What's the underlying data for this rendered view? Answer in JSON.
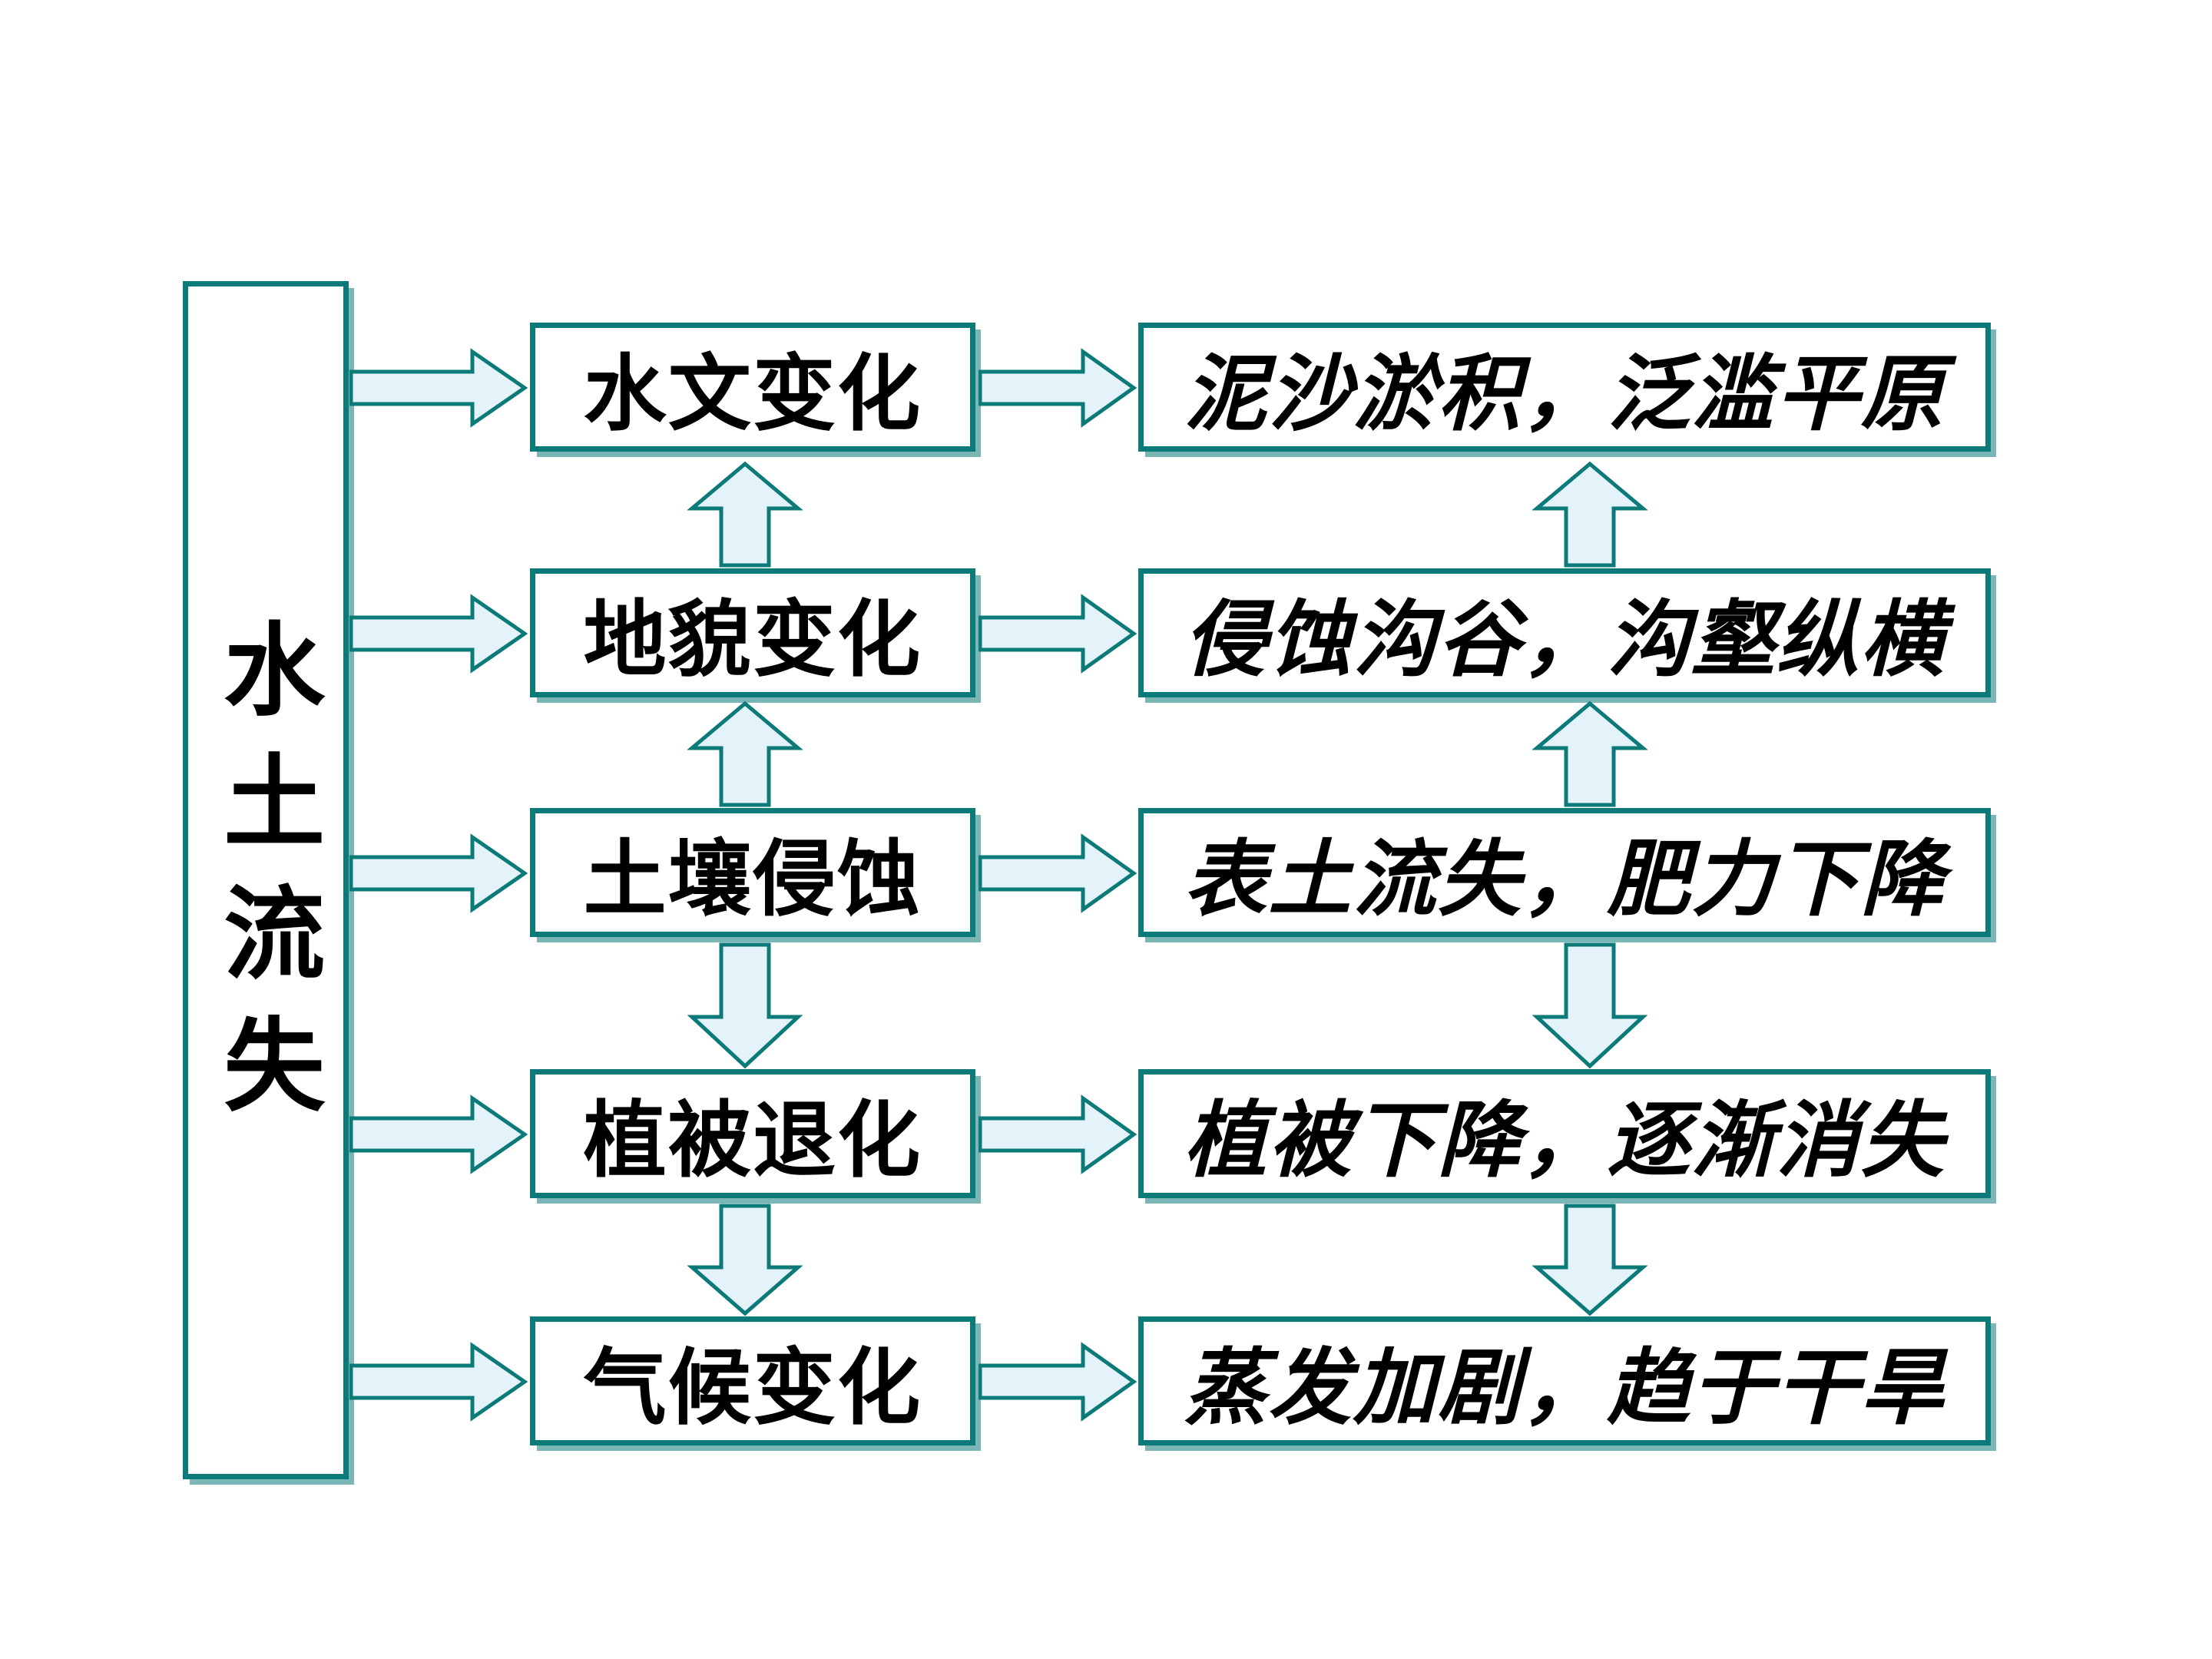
{
  "diagram": {
    "title": "水土流失",
    "source_node": {
      "label": "水土流失",
      "name": "source-node-soil-erosion"
    },
    "columns": {
      "cause_header": "",
      "effect_header": ""
    },
    "rows": [
      {
        "id": "row-1",
        "middle": "水文变化",
        "right": "泥沙淤积，泛滥平原"
      },
      {
        "id": "row-2",
        "middle": "地貌变化",
        "right": "侵蚀沟谷，沟壑纵横"
      },
      {
        "id": "row-3",
        "middle": "土壤侵蚀",
        "right": "表土流失，肥力下降"
      },
      {
        "id": "row-4",
        "middle": "植被退化",
        "right": "植被下降，逐渐消失"
      },
      {
        "id": "row-5",
        "middle": "气候变化",
        "right": "蒸发加剧，趋于干旱"
      }
    ],
    "arrows": {
      "source_to_middle": [
        {
          "direction": "right",
          "from": "水土流失",
          "to": "水文变化"
        },
        {
          "direction": "right",
          "from": "水土流失",
          "to": "地貌变化"
        },
        {
          "direction": "right",
          "from": "水土流失",
          "to": "土壤侵蚀"
        },
        {
          "direction": "right",
          "from": "水土流失",
          "to": "植被退化"
        },
        {
          "direction": "right",
          "from": "水土流失",
          "to": "气候变化"
        }
      ],
      "middle_to_right": [
        {
          "direction": "right",
          "from": "水文变化",
          "to": "泥沙淤积，泛滥平原"
        },
        {
          "direction": "right",
          "from": "地貌变化",
          "to": "侵蚀沟谷，沟壑纵横"
        },
        {
          "direction": "right",
          "from": "土壤侵蚀",
          "to": "表土流失，肥力下降"
        },
        {
          "direction": "right",
          "from": "植被退化",
          "to": "植被下降，逐渐消失"
        },
        {
          "direction": "right",
          "from": "气候变化",
          "to": "蒸发加剧，趋于干旱"
        }
      ],
      "middle_vertical": [
        {
          "direction": "up",
          "from": "地貌变化",
          "to": "水文变化"
        },
        {
          "direction": "up",
          "from": "土壤侵蚀",
          "to": "地貌变化"
        },
        {
          "direction": "down",
          "from": "土壤侵蚀",
          "to": "植被退化"
        },
        {
          "direction": "down",
          "from": "植被退化",
          "to": "气候变化"
        }
      ],
      "right_vertical": [
        {
          "direction": "up",
          "from": "侵蚀沟谷，沟壑纵横",
          "to": "泥沙淤积，泛滥平原"
        },
        {
          "direction": "up",
          "from": "表土流失，肥力下降",
          "to": "侵蚀沟谷，沟壑纵横"
        },
        {
          "direction": "down",
          "from": "表土流失，肥力下降",
          "to": "植被下降，逐渐消失"
        },
        {
          "direction": "down",
          "from": "植被下降，逐渐消失",
          "to": "蒸发加剧，趋于干旱"
        }
      ]
    },
    "colors": {
      "box_border": "#0b7a78",
      "arrow_fill": "#e4f3fa",
      "arrow_stroke": "#0b7a78",
      "text": "#000000",
      "background": "#ffffff"
    }
  }
}
